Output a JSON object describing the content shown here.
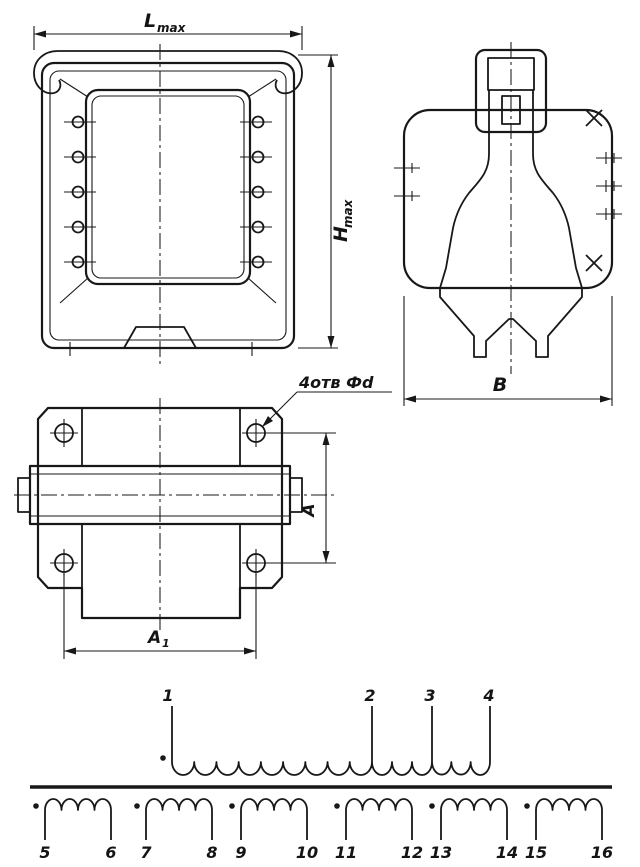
{
  "colors": {
    "ink": "#181818",
    "paper": "#ffffff"
  },
  "front_view": {
    "width_dim_main": "L",
    "width_dim_sub": "max",
    "height_dim_main": "H",
    "height_dim_sub": "max"
  },
  "side_view": {
    "depth_dim": "В"
  },
  "plan_view": {
    "holes_note": "4отв Фd",
    "hole_pitch_vertical": "A",
    "hole_pitch_horizontal_main": "A",
    "hole_pitch_horizontal_sub": "1"
  },
  "schematic": {
    "primary_terminals": [
      "1",
      "2",
      "3",
      "4"
    ],
    "secondary_terminals": [
      "5",
      "6",
      "7",
      "8",
      "9",
      "10",
      "11",
      "12",
      "13",
      "14",
      "15",
      "16"
    ]
  }
}
